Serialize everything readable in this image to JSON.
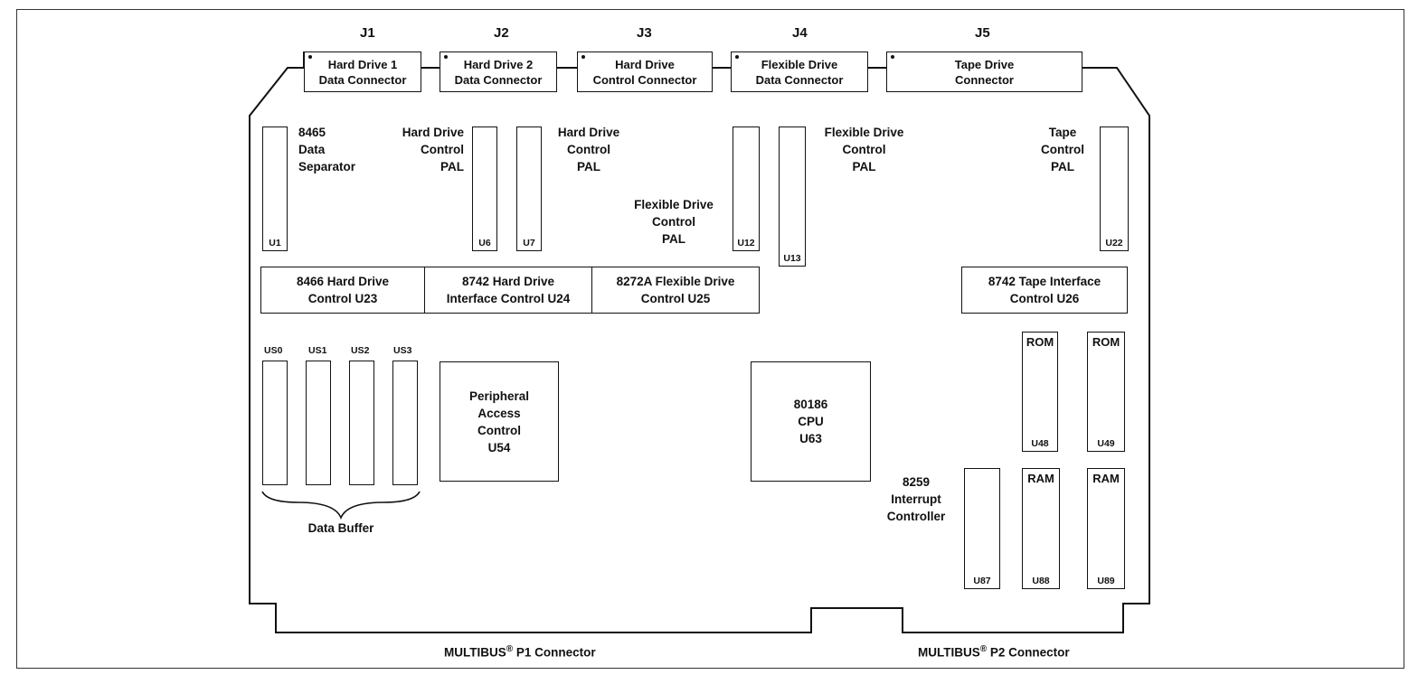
{
  "connectors": [
    {
      "id": "J1",
      "text": "Hard Drive 1\nData Connector"
    },
    {
      "id": "J2",
      "text": "Hard Drive 2\nData Connector"
    },
    {
      "id": "J3",
      "text": "Hard Drive\nControl Connector"
    },
    {
      "id": "J4",
      "text": "Flexible Drive\nData Connector"
    },
    {
      "id": "J5",
      "text": "Tape Drive\nConnector"
    }
  ],
  "chips": {
    "u1": "U1",
    "u6": "U6",
    "u7": "U7",
    "u12": "U12",
    "u13": "U13",
    "u22": "U22",
    "us0": "US0",
    "us1": "US1",
    "us2": "US2",
    "us3": "US3",
    "u48": "U48",
    "u49": "U49",
    "u87": "U87",
    "u88": "U88",
    "u89": "U89"
  },
  "labels": {
    "data_separator": "8465\nData\nSeparator",
    "hd_pal_left": "Hard Drive\nControl\nPAL",
    "hd_pal_right": "Hard Drive\nControl\nPAL",
    "fd_pal_left": "Flexible Drive\nControl\nPAL",
    "fd_pal_right": "Flexible Drive\nControl\nPAL",
    "tape_pal": "Tape\nControl\nPAL",
    "data_buffer": "Data Buffer",
    "interrupt_controller": "8259\nInterrupt\nController"
  },
  "ics": {
    "u23": "8466 Hard Drive\nControl U23",
    "u24": "8742 Hard Drive\nInterface Control U24",
    "u25": "8272A Flexible Drive\nControl U25",
    "u26": "8742 Tape Interface\nControl  U26",
    "u54": "Peripheral\nAccess\nControl\nU54",
    "u63": "80186\nCPU\nU63"
  },
  "memory": {
    "rom": "ROM",
    "ram": "RAM"
  },
  "footer": {
    "p1_bus": "MULTIBUS",
    "p1_mark": "®",
    "p1_rest": " P1 Connector",
    "p2_bus": "MULTIBUS",
    "p2_mark": "®",
    "p2_rest": " P2 Connector"
  }
}
